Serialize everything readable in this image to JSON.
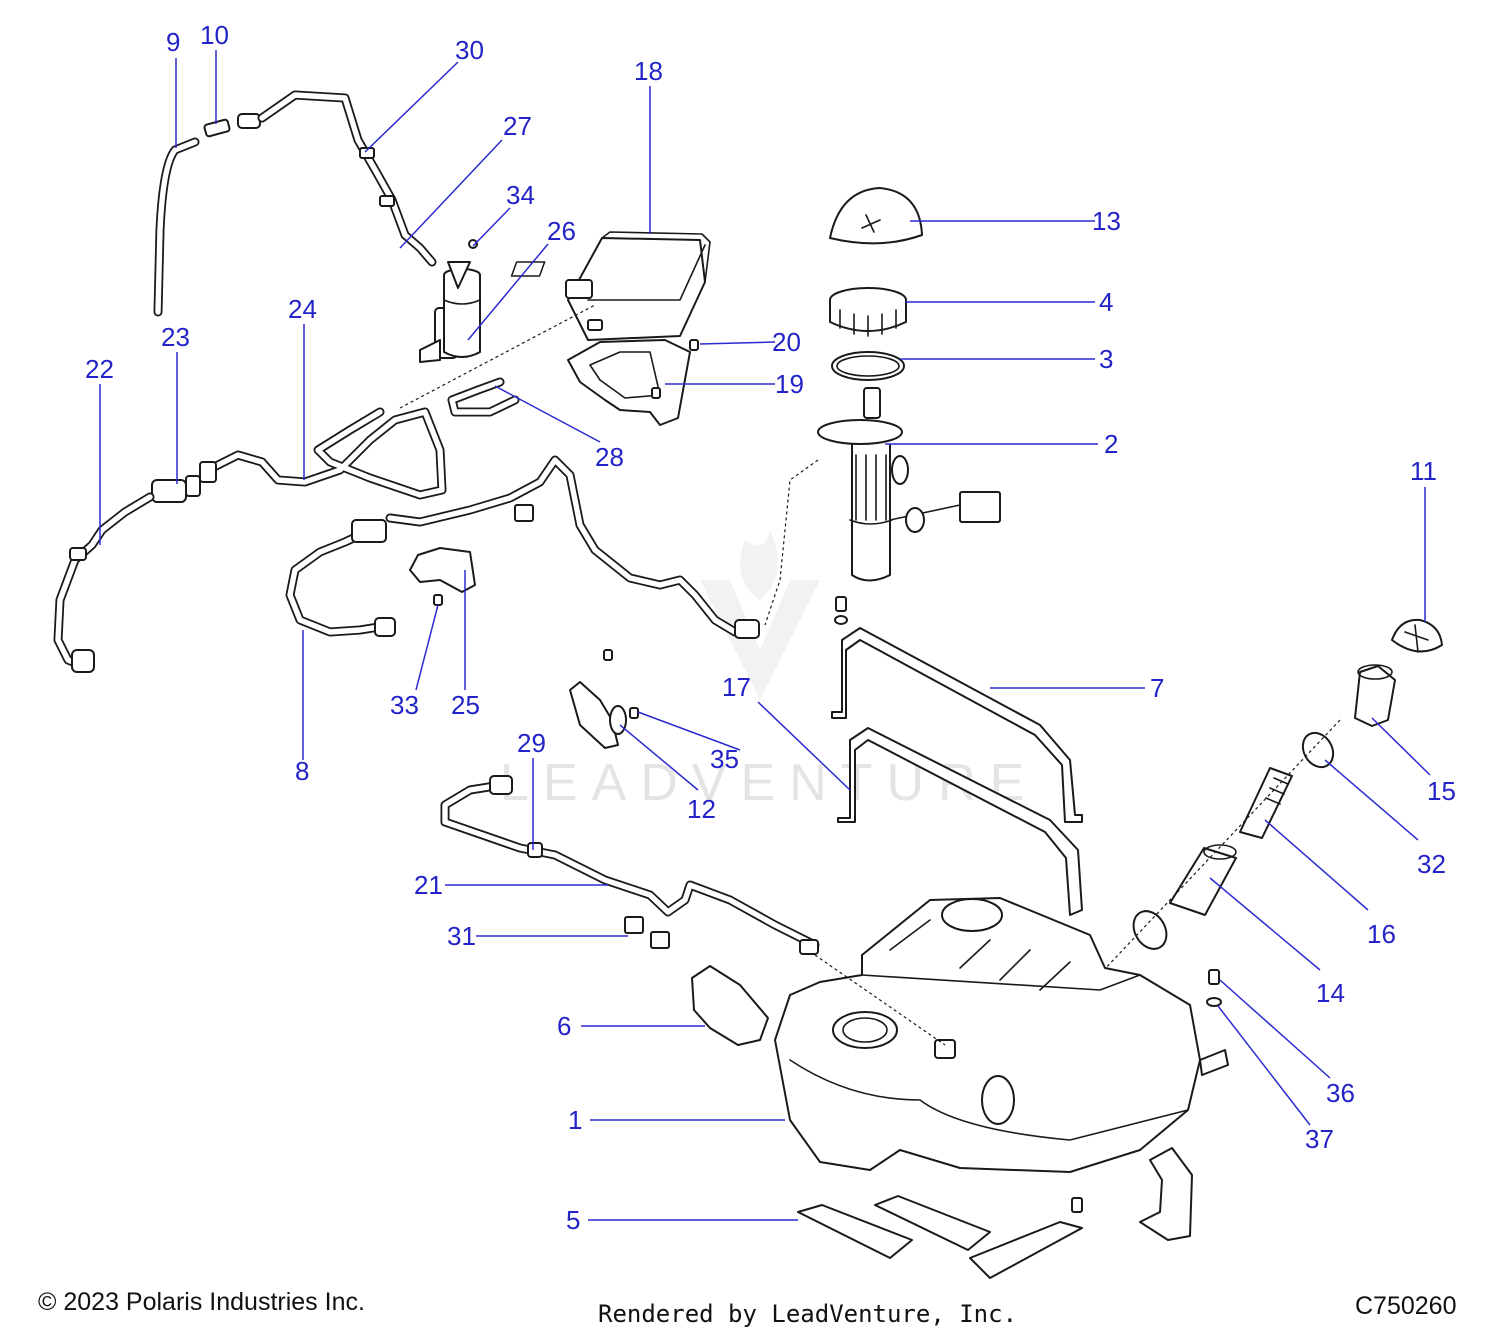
{
  "watermark": "LEADVENTURE",
  "footer": {
    "copyright": "© 2023 Polaris Industries Inc.",
    "rendered_by": "Rendered by LeadVenture, Inc.",
    "diagram_code": "C750260"
  },
  "callouts": [
    "1",
    "2",
    "3",
    "4",
    "5",
    "6",
    "7",
    "8",
    "9",
    "10",
    "11",
    "12",
    "13",
    "14",
    "15",
    "16",
    "17",
    "18",
    "19",
    "20",
    "21",
    "22",
    "23",
    "24",
    "25",
    "26",
    "27",
    "28",
    "29",
    "30",
    "31",
    "32",
    "33",
    "34",
    "35",
    "36",
    "37"
  ]
}
